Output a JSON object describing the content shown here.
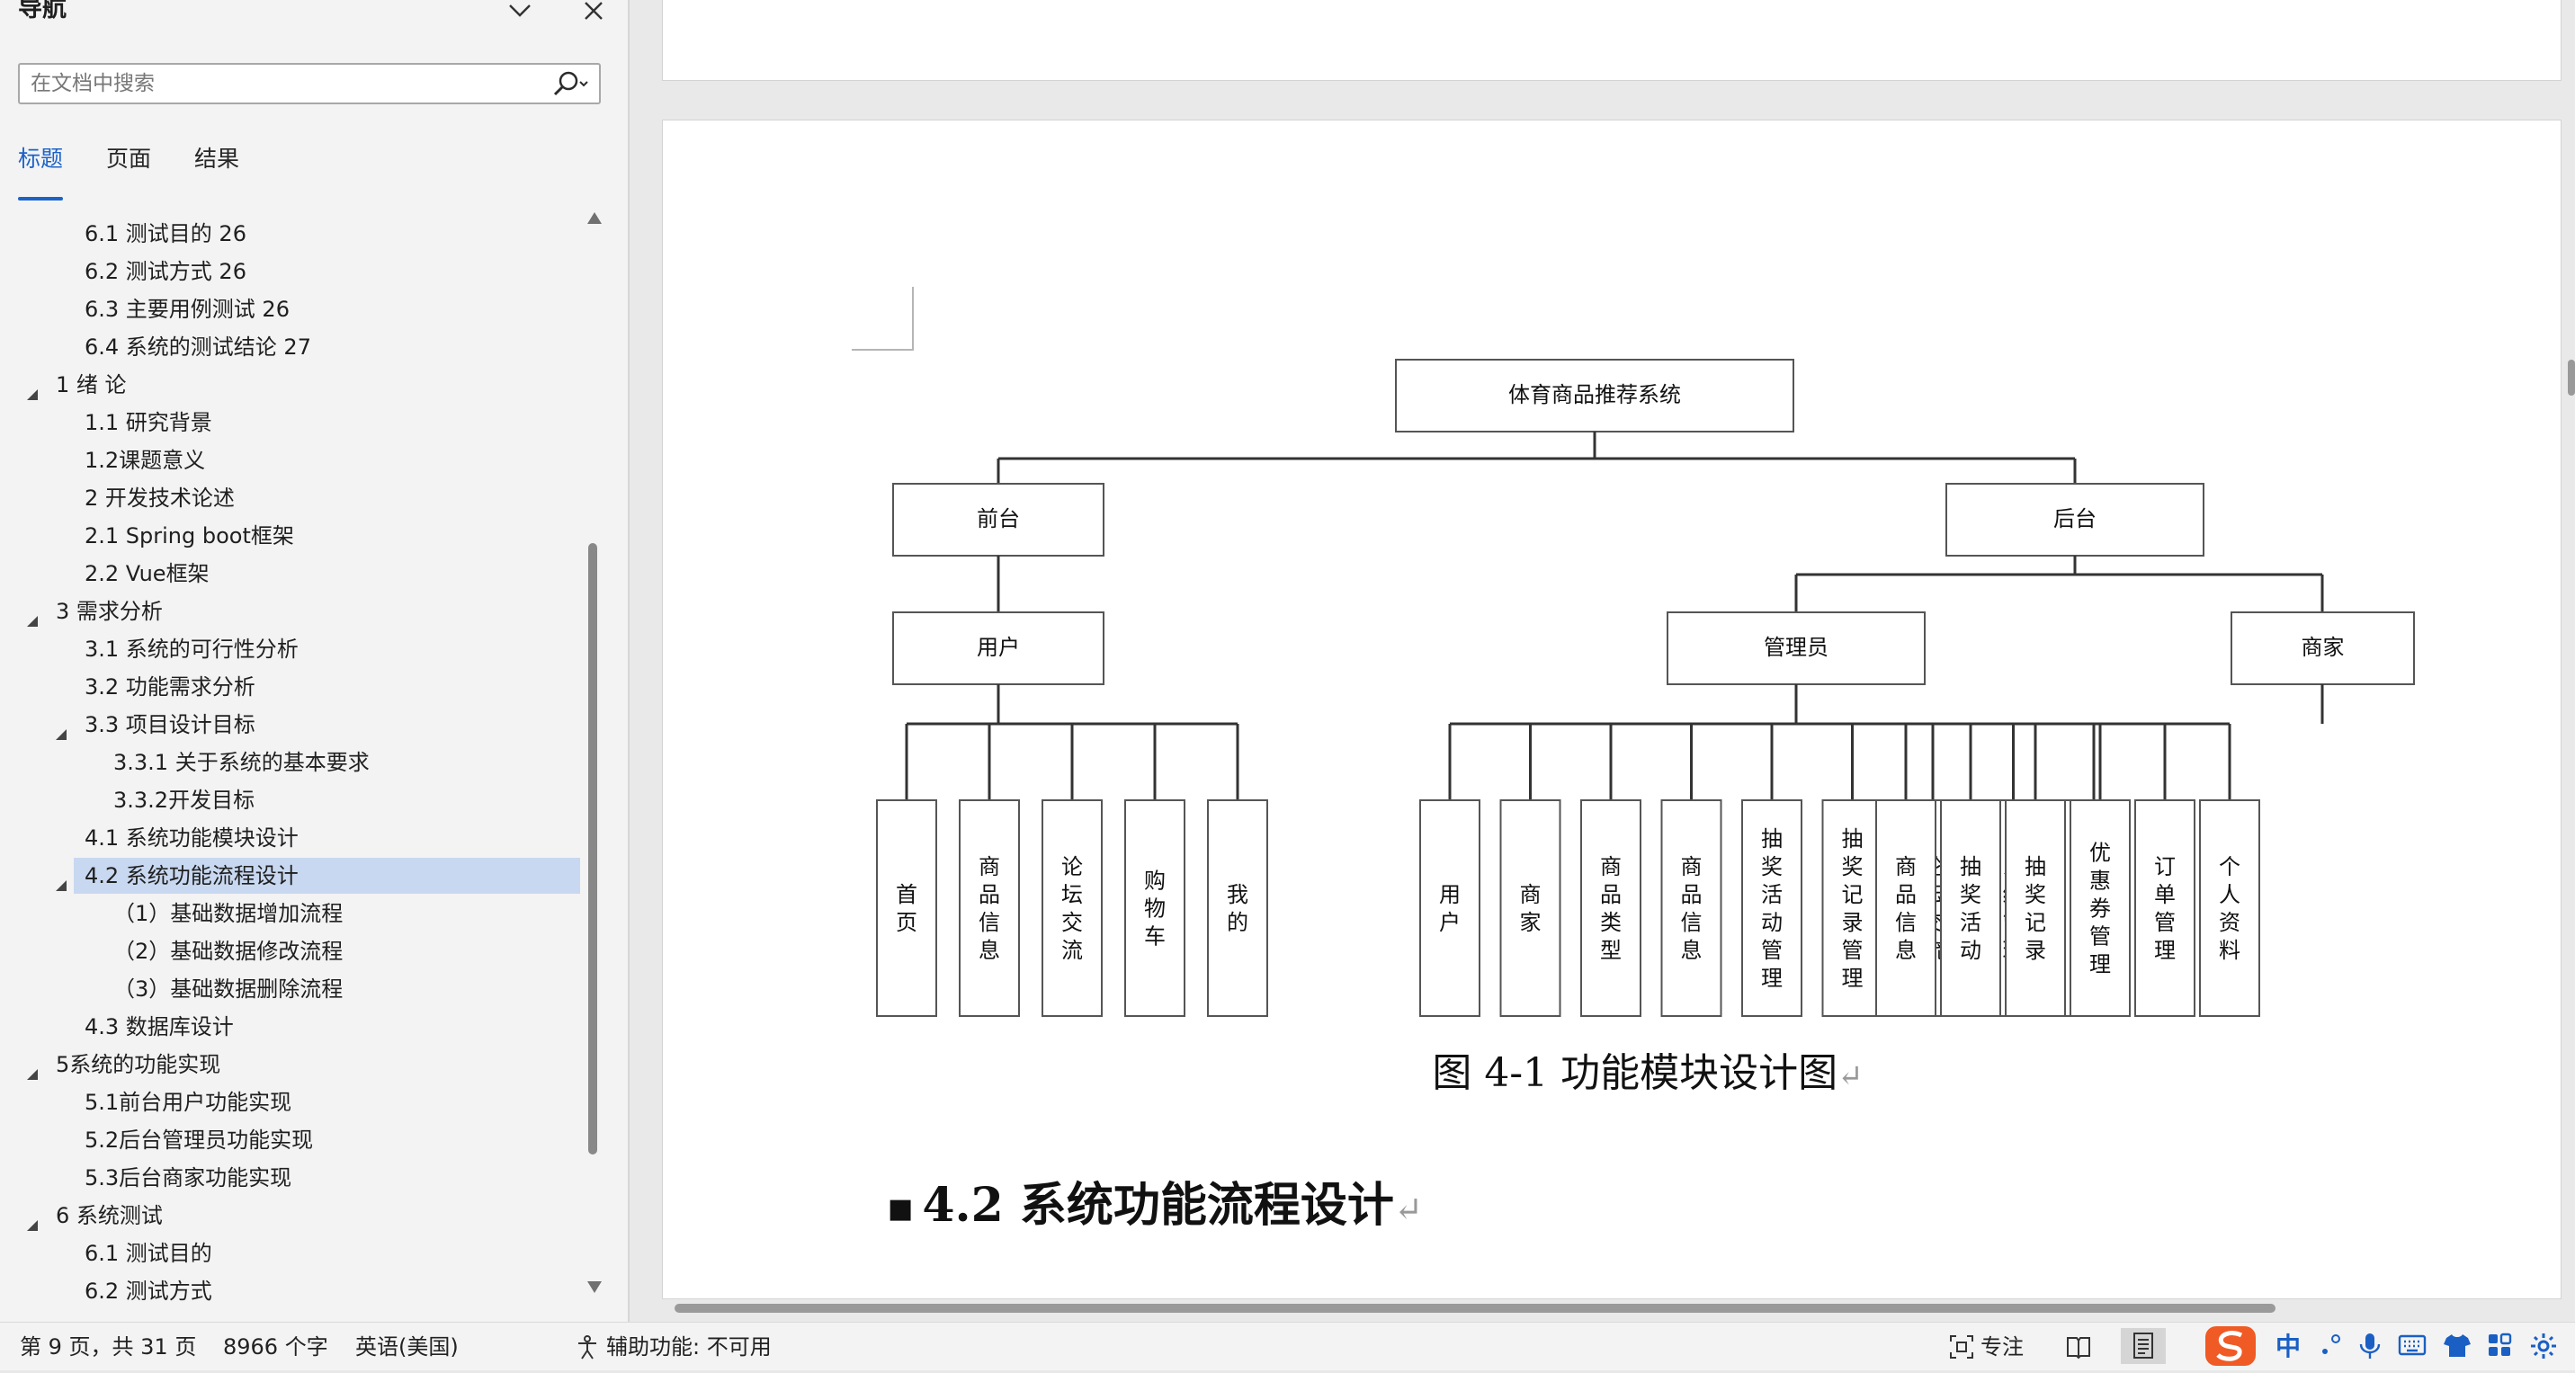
{
  "nav": {
    "title": "导航",
    "collapse_icon": "chevron-down-icon",
    "close_icon": "close-icon",
    "search_placeholder": "在文档中搜索",
    "tabs": [
      {
        "label": "标题",
        "active": true
      },
      {
        "label": "页面",
        "active": false
      },
      {
        "label": "结果",
        "active": false
      }
    ],
    "outline": [
      {
        "label": "6.1  测试目的 26",
        "level": 2,
        "expanded": null
      },
      {
        "label": "6.2  测试方式 26",
        "level": 2,
        "expanded": null
      },
      {
        "label": "6.3 主要用例测试 26",
        "level": 2,
        "expanded": null
      },
      {
        "label": "6.4 系统的测试结论 27",
        "level": 2,
        "expanded": null
      },
      {
        "label": "1 绪 论",
        "level": 1,
        "expanded": true
      },
      {
        "label": "1.1 研究背景",
        "level": 2,
        "expanded": null
      },
      {
        "label": "1.2课题意义",
        "level": 2,
        "expanded": null
      },
      {
        "label": "2 开发技术论述",
        "level": 2,
        "expanded": null
      },
      {
        "label": "2.1 Spring boot框架",
        "level": 2,
        "expanded": null
      },
      {
        "label": "2.2 Vue框架",
        "level": 2,
        "expanded": null
      },
      {
        "label": "3 需求分析",
        "level": 1,
        "expanded": true
      },
      {
        "label": "3.1 系统的可行性分析",
        "level": 2,
        "expanded": null
      },
      {
        "label": "3.2 功能需求分析",
        "level": 2,
        "expanded": null
      },
      {
        "label": "3.3 项目设计目标",
        "level": 2,
        "expanded": true
      },
      {
        "label": "3.3.1 关于系统的基本要求",
        "level": 3,
        "expanded": null
      },
      {
        "label": "3.3.2开发目标",
        "level": 3,
        "expanded": null
      },
      {
        "label": "4.1 系统功能模块设计",
        "level": 2,
        "expanded": null
      },
      {
        "label": "4.2 系统功能流程设计",
        "level": 2,
        "expanded": true,
        "selected": true
      },
      {
        "label": "（1）基础数据增加流程",
        "level": 3,
        "expanded": null
      },
      {
        "label": "（2）基础数据修改流程",
        "level": 3,
        "expanded": null
      },
      {
        "label": "（3）基础数据删除流程",
        "level": 3,
        "expanded": null
      },
      {
        "label": "4.3 数据库设计",
        "level": 2,
        "expanded": null
      },
      {
        "label": "5系统的功能实现",
        "level": 1,
        "expanded": true
      },
      {
        "label": "5.1前台用户功能实现",
        "level": 2,
        "expanded": null
      },
      {
        "label": "5.2后台管理员功能实现",
        "level": 2,
        "expanded": null
      },
      {
        "label": "5.3后台商家功能实现",
        "level": 2,
        "expanded": null
      },
      {
        "label": " 6 系统测试",
        "level": 1,
        "expanded": true
      },
      {
        "label": "6.1  测试目的",
        "level": 2,
        "expanded": null
      },
      {
        "label": "6.2  测试方式",
        "level": 2,
        "expanded": null
      }
    ]
  },
  "document": {
    "diagram": {
      "root": "体育商品推荐系统",
      "front": "前台",
      "back": "后台",
      "user": "用户",
      "admin": "管理员",
      "merchant": "商家",
      "user_leaves": [
        "首页",
        "商品信息",
        "论坛交流",
        "购物车",
        "我的"
      ],
      "admin_leaves": [
        "用户",
        "商家",
        "商品类型",
        "商品信息",
        "抽奖活动管理",
        "抽奖记录管理",
        "论坛交流",
        "系统管理",
        "订单管理"
      ],
      "merchant_leaves": [
        "商品信息",
        "抽奖活动",
        "抽奖记录",
        "优惠券管理",
        "订单管理",
        "个人资料"
      ]
    },
    "figure_caption": "图 4-1  功能模块设计图",
    "section_heading": "4.2  系统功能流程设计",
    "return_mark": "↵"
  },
  "status_bar": {
    "page_info": "第 9 页，共 31 页",
    "word_count": "8966 个字",
    "language": "英语(美国)",
    "accessibility": "辅助功能: 不可用",
    "focus": "专注",
    "ime_lang": "中"
  }
}
